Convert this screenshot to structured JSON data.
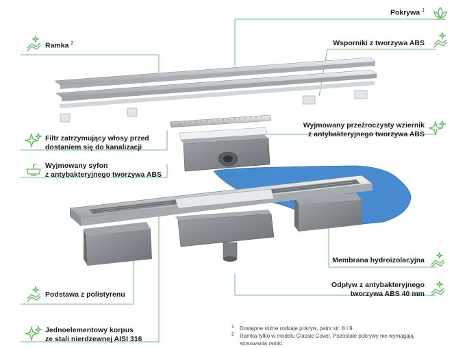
{
  "labels": {
    "pokrywa": "Pokrywa",
    "pokrywa_sup": "1",
    "ramka": "Ramka",
    "ramka_sup": "2",
    "wsporniki": "Wsporniki z tworzywa ABS",
    "filtr_l1": "Filtr zatrzymujący włosy przed",
    "filtr_l2": "dostaniem się do kanalizacji",
    "wziernik_l1": "Wyjmowany przeźroczysty wziernik",
    "wziernik_l2": "z antybakteryjnego tworzywa ABS",
    "syfon_l1": "Wyjmowany syfon",
    "syfon_l2": "z antybakteryjnego tworzywa ABS",
    "membrana": "Membrana hydroizolacyjna",
    "podstawa": "Podstawa z polistyrenu",
    "odplyw_l1": "Odpływ z antybakteryjnego",
    "odplyw_l2": "tworzywa ABS 40 mm",
    "korpus_l1": "Jednoelementowy korpus",
    "korpus_l2": "ze stali nierdzewnej AISI 316"
  },
  "footnotes": [
    {
      "mark": "1",
      "text": "Dostępne różne rodzaje pokryw, patrz str. 8 i 9."
    },
    {
      "mark": "2",
      "text": "Ramka tylko w modelu Classic Cover. Pozostałe pokrywy nie wymagają"
    },
    {
      "mark": "",
      "text": "stosowania ramki."
    }
  ],
  "colors": {
    "accent": "#5cb85c",
    "leader": "#6cc070",
    "membrane": "#4a8fd4",
    "steel": "#c8ccd0",
    "plastic": "#7b7f85"
  },
  "icons": [
    "lotus-icon",
    "hand-sparkle-icon",
    "sparkle-icon",
    "sink-icon"
  ]
}
